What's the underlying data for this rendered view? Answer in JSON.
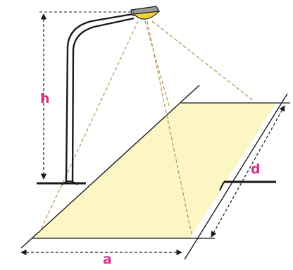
{
  "diagram": {
    "labels": {
      "height": "h",
      "width": "a",
      "spacing": "d"
    },
    "colors": {
      "lit_area": "#FBF6C4",
      "light_rays": "#B8985A",
      "lamp_glow": "#F2D23A",
      "label": "#D6338A",
      "lines": "#1A1A1A"
    }
  }
}
